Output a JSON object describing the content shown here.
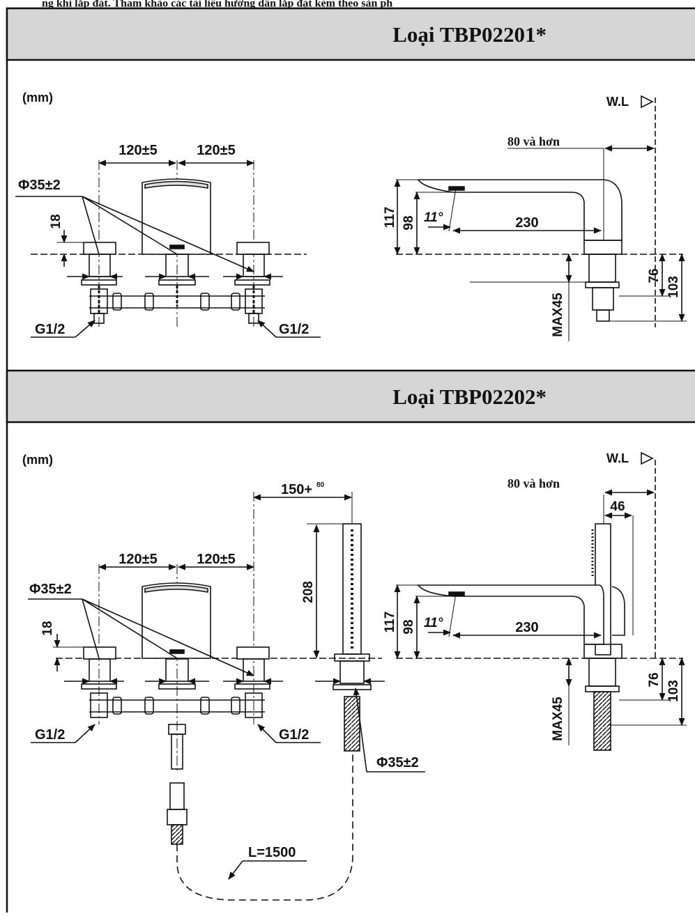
{
  "colors": {
    "header_bg": "#d6d6d6",
    "line": "#111111",
    "paper": "#ffffff"
  },
  "top_banner": "ng khi lắp đặt. Tham khảo các tài liệu hướng dẫn lắp đặt kèm theo sản ph",
  "panels": [
    {
      "title": "Loại TBP02201*",
      "unit": "(mm)",
      "front": {
        "spacing_left": "120±5",
        "spacing_right": "120±5",
        "hole_diameter": "Φ35±2",
        "deck_thickness": "18",
        "connection_left": "G1/2",
        "connection_right": "G1/2"
      },
      "side": {
        "water_level": "W.L",
        "reach_min": "80 và hơn",
        "spout_height": "117",
        "outlet_height": "98",
        "spout_angle": "11°",
        "spout_length": "230",
        "max_deck": "MAX45",
        "below_deck_a": "76",
        "below_deck_b": "103"
      }
    },
    {
      "title": "Loại TBP02202*",
      "unit": "(mm)",
      "front": {
        "spacing_left": "120±5",
        "spacing_right": "120±5",
        "hole_diameter": "Φ35±2",
        "deck_thickness": "18",
        "connection_left": "G1/2",
        "connection_right": "G1/2",
        "shower_offset": "150+",
        "shower_offset_tol": "80",
        "shower_height": "208",
        "shower_hole": "Φ35±2",
        "hose_length": "L=1500"
      },
      "side": {
        "water_level": "W.L",
        "reach_min": "80 và hơn",
        "handshower_offset": "46",
        "spout_height": "117",
        "outlet_height": "98",
        "spout_angle": "11°",
        "spout_length": "230",
        "max_deck": "MAX45",
        "below_deck_a": "76",
        "below_deck_b": "103"
      }
    }
  ]
}
